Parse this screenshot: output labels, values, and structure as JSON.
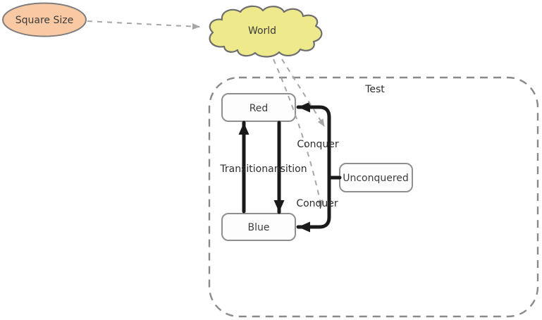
{
  "canvas": {
    "width": "769",
    "height": "454",
    "background": "#ffffff"
  },
  "nodes": {
    "square_size": {
      "label": "Square Size",
      "shape": "ellipse",
      "fill": "#f9c9a3",
      "border": "#7d7d7d"
    },
    "world": {
      "label": "World",
      "shape": "cloud",
      "fill": "#eee98b",
      "border": "#6e6e6e"
    },
    "red": {
      "label": "Red",
      "shape": "rounded-rect",
      "fill": "#fdfdfd",
      "border": "#8f8f8f"
    },
    "blue": {
      "label": "Blue",
      "shape": "rounded-rect",
      "fill": "#fdfdfd",
      "border": "#8f8f8f"
    },
    "unconquered": {
      "label": "Unconquered",
      "shape": "rounded-rect",
      "fill": "#fdfdfd",
      "border": "#8f8f8f"
    }
  },
  "group": {
    "label": "Test",
    "border_style": "dashed",
    "border_color": "#8a8a8a"
  },
  "edges": {
    "conquer_upper": {
      "label": "Conquer",
      "from": "unconquered",
      "to": "red",
      "color": "#1a1a1a"
    },
    "conquer_lower": {
      "label": "Conquer",
      "from": "unconquered",
      "to": "blue",
      "color": "#1a1a1a"
    },
    "transition": {
      "label": "Transitionansition",
      "between": "red-blue",
      "color": "#1a1a1a"
    },
    "square_size_to_world": {
      "style": "dashed",
      "color": "#a6a6a6"
    },
    "world_to_conquer_upper": {
      "style": "dashed",
      "color": "#a6a6a6"
    },
    "world_to_conquer_lower": {
      "style": "dashed",
      "color": "#a6a6a6"
    }
  },
  "colors": {
    "text": "#3c3c3c",
    "black_edge": "#1a1a1a",
    "dashed_gray": "#a6a6a6"
  }
}
